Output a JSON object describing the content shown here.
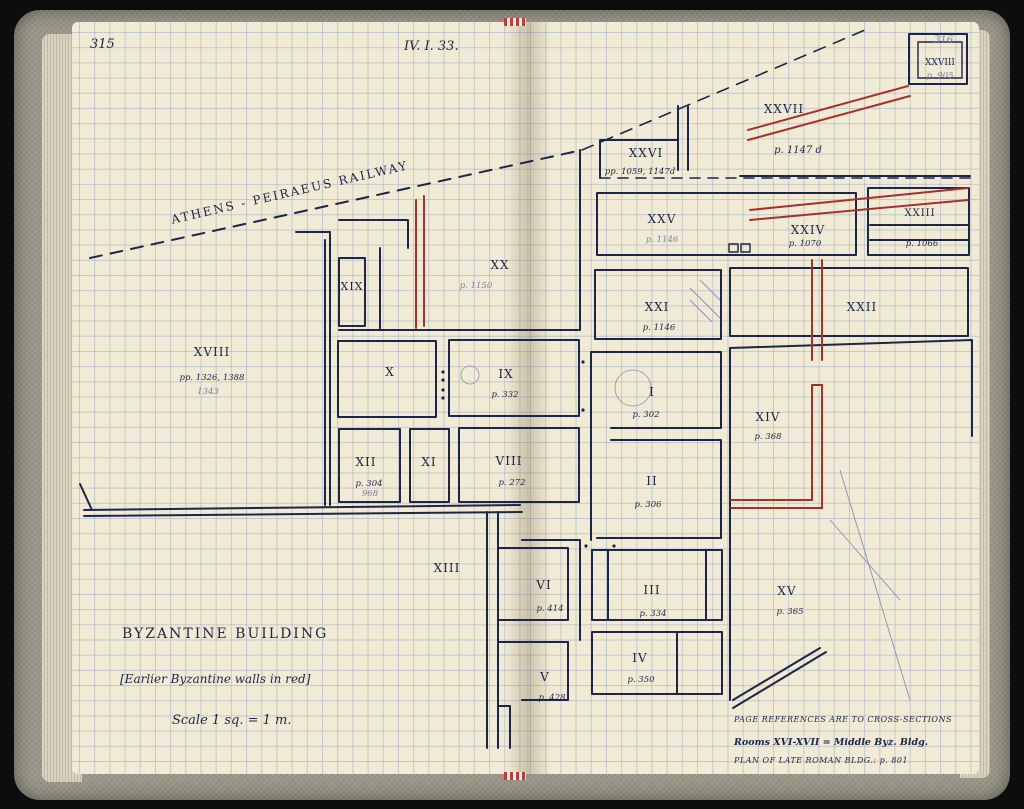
{
  "header": {
    "page_left_number": "315",
    "date": "IV. I. 33.",
    "page_right_number": "316"
  },
  "railway_label": "ATHENS - PEIRAEUS RAILWAY",
  "rooms": [
    {
      "numeral": "XXVIII",
      "ref": "p. 905"
    },
    {
      "numeral": "XXVII",
      "ref": "p. 1147 d"
    },
    {
      "numeral": "XXVI",
      "ref": "pp. 1059, 1147d"
    },
    {
      "numeral": "XXV",
      "ref": "p. 1146"
    },
    {
      "numeral": "XXIV",
      "ref": "p. 1070"
    },
    {
      "numeral": "XXIII",
      "ref": "p. 1066"
    },
    {
      "numeral": "XX",
      "ref": "p. 1150"
    },
    {
      "numeral": "XIX",
      "ref": ""
    },
    {
      "numeral": "XXI",
      "ref": "p. 1146"
    },
    {
      "numeral": "XXII",
      "ref": ""
    },
    {
      "numeral": "XVIII",
      "ref": "pp. 1326, 1388",
      "ref2": "1343"
    },
    {
      "numeral": "X",
      "ref": ""
    },
    {
      "numeral": "IX",
      "ref": "p. 332"
    },
    {
      "numeral": "I",
      "ref": "p. 302"
    },
    {
      "numeral": "XIV",
      "ref": "p. 368"
    },
    {
      "numeral": "XII",
      "ref": "p. 304",
      "ref2": "968"
    },
    {
      "numeral": "XI",
      "ref": ""
    },
    {
      "numeral": "VIII",
      "ref": "p. 272"
    },
    {
      "numeral": "II",
      "ref": "p. 306"
    },
    {
      "numeral": "XIII",
      "ref": ""
    },
    {
      "numeral": "VI",
      "ref": "p. 414"
    },
    {
      "numeral": "III",
      "ref": "p. 334"
    },
    {
      "numeral": "XV",
      "ref": "p. 365"
    },
    {
      "numeral": "IV",
      "ref": "p. 350"
    },
    {
      "numeral": "V",
      "ref": "p. 428"
    }
  ],
  "legend": {
    "title": "BYZANTINE BUILDING",
    "note": "[Earlier Byzantine walls in red]",
    "scale": "Scale 1 sq. = 1 m."
  },
  "footnote": {
    "line1": "PAGE REFERENCES ARE TO CROSS-SECTIONS",
    "line2": "Rooms XVI-XVII = Middle Byz. Bldg.",
    "line3": "PLAN OF LATE ROMAN BLDG.: p. 801"
  },
  "colors": {
    "ink": "#1d2548",
    "red_ink": "#a8302b",
    "paper": "#f1ead4",
    "grid": "#7896be",
    "cover": "#9a9889"
  }
}
